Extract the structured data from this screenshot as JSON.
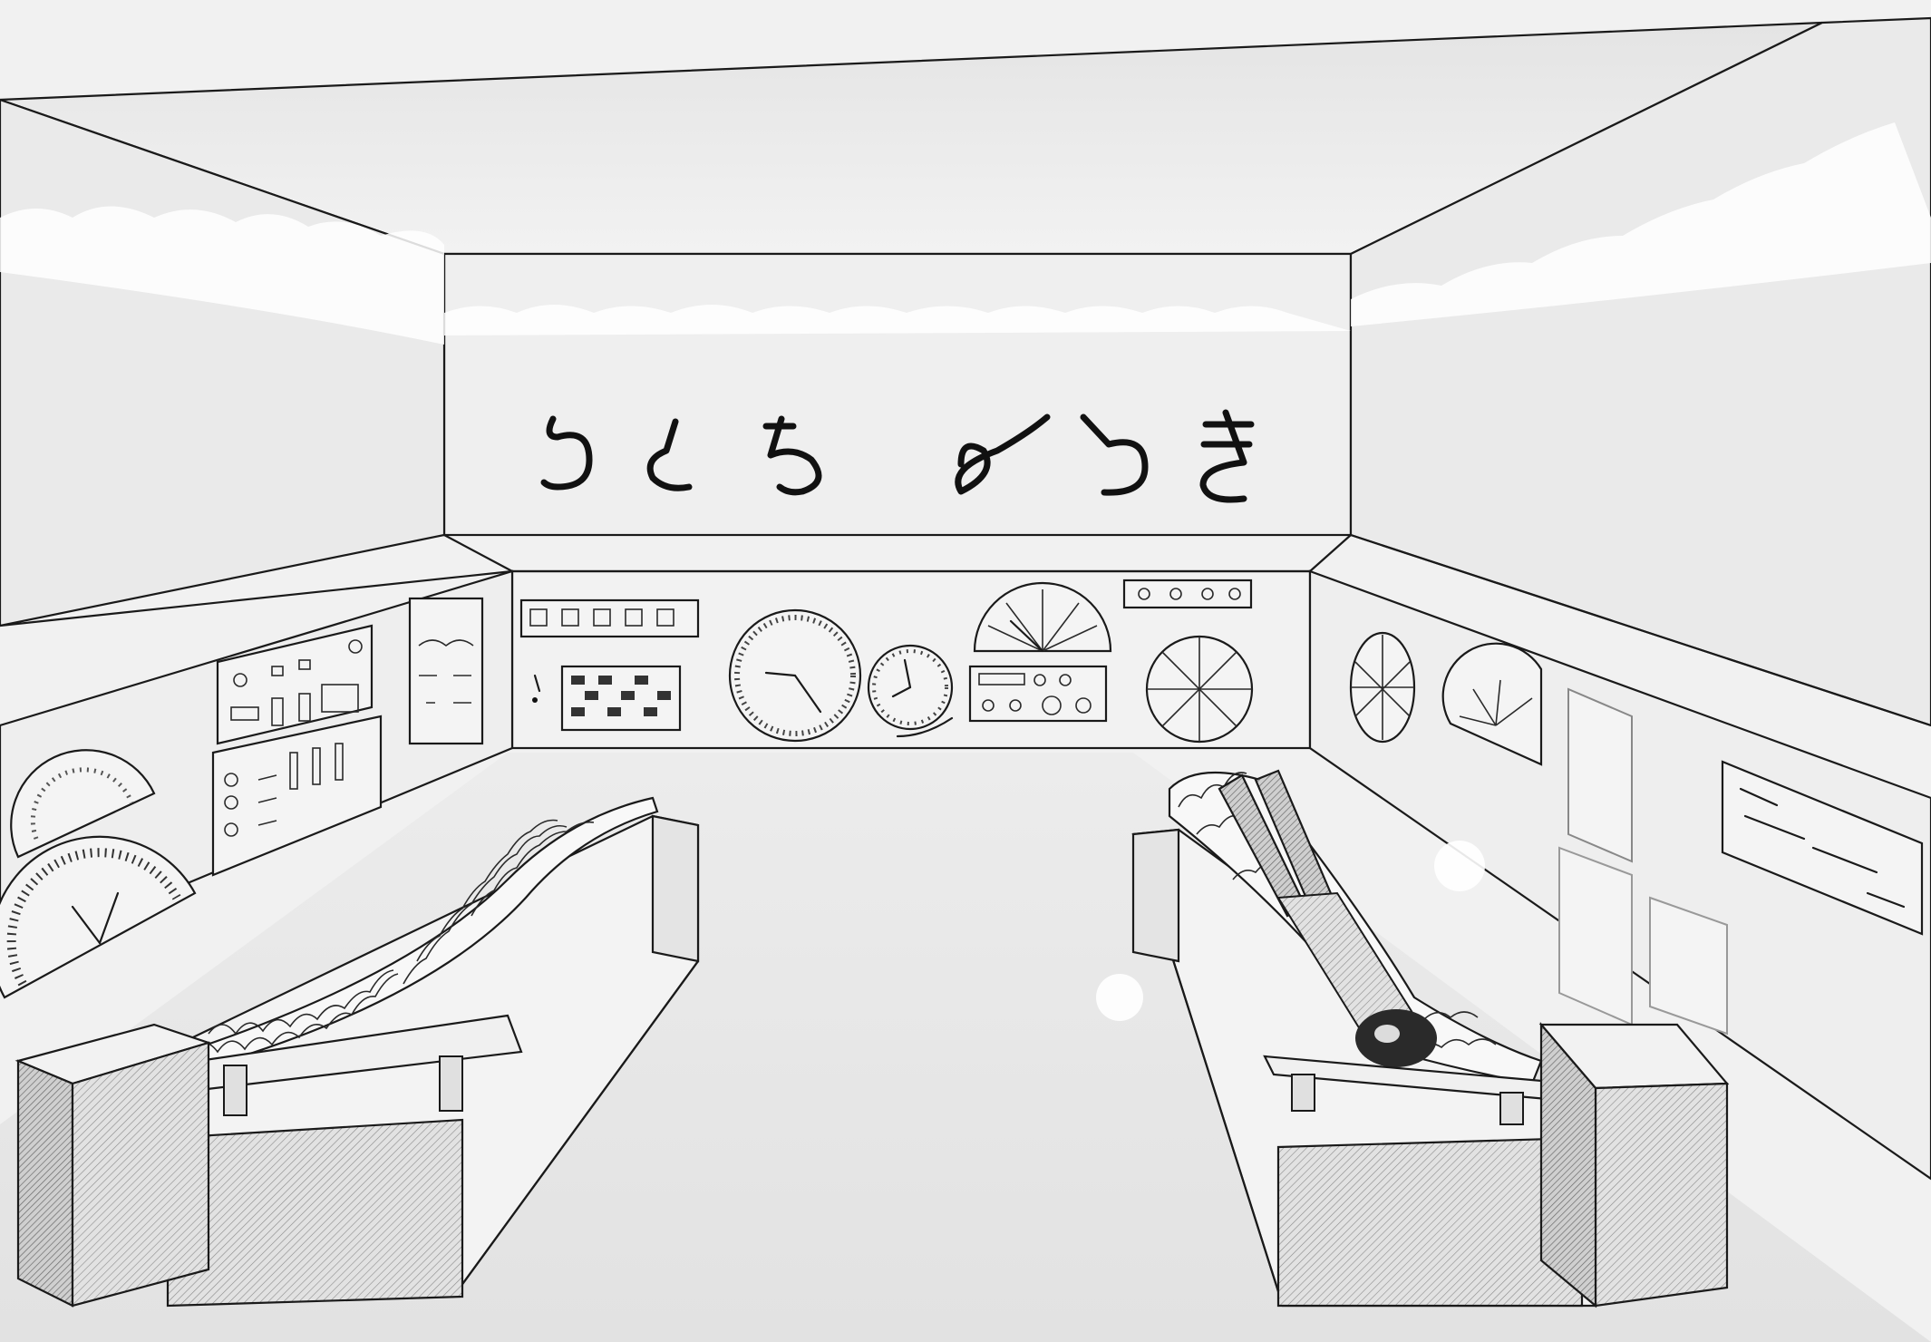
{
  "scene": {
    "kind": "pencil-illustration",
    "palette": {
      "paper": "#f0f0f0",
      "ink": "#1a1a1a",
      "wall": "#ececec",
      "floor": "#e6e6e6"
    }
  },
  "wall_sign": {
    "glyphs": [
      "glyph-1",
      "glyph-2",
      "glyph-3",
      "glyph-4",
      "glyph-5",
      "glyph-6"
    ]
  },
  "console": {
    "dial_count": 9
  },
  "beds": [
    {
      "position": "left",
      "occupied": false
    },
    {
      "position": "right",
      "occupied": true
    }
  ]
}
